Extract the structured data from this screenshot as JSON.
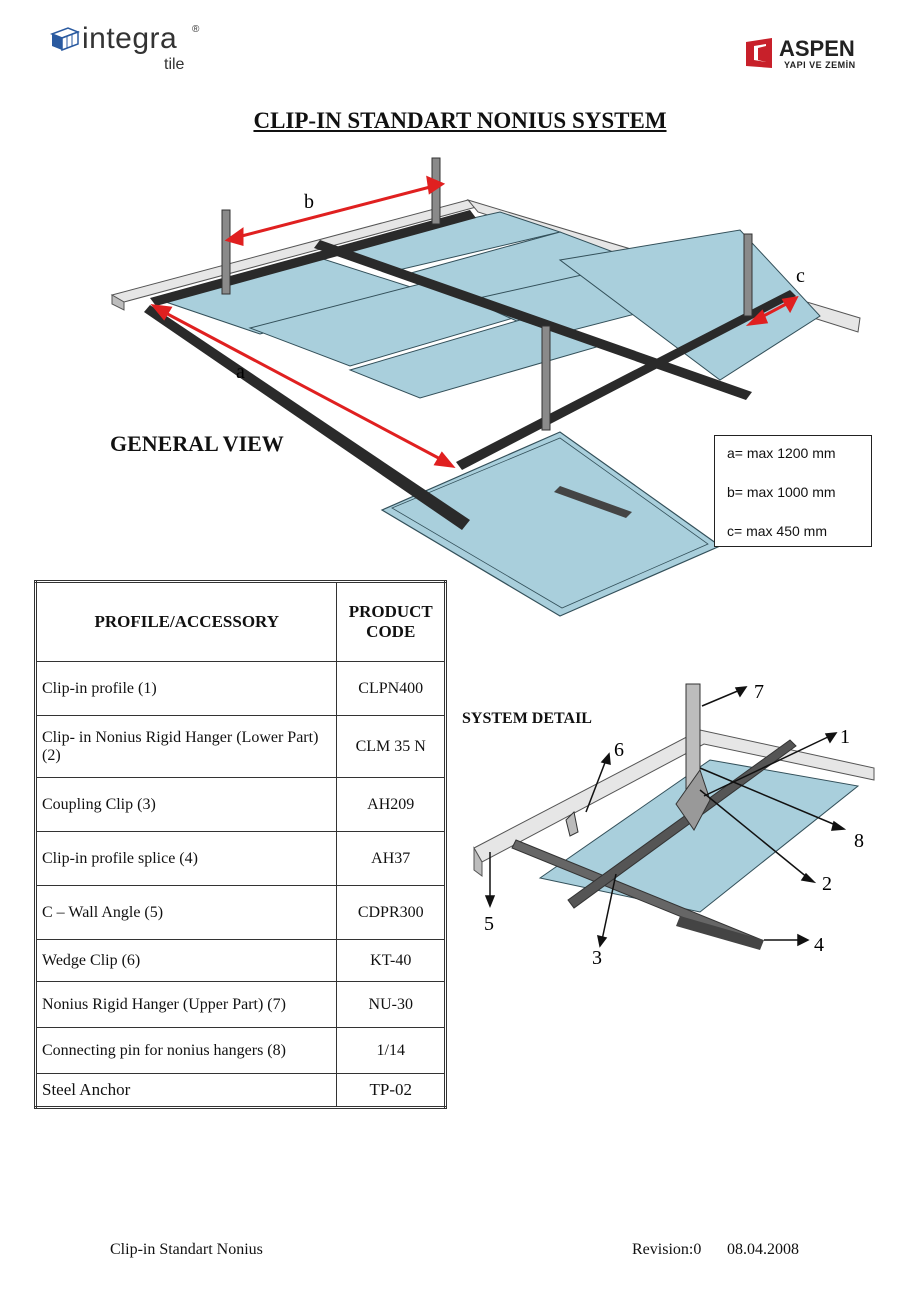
{
  "header": {
    "integra_logo_text": "integra",
    "integra_logo_reg": "®",
    "integra_logo_sub": "tile",
    "aspen_logo_text": "ASPEN",
    "aspen_logo_sub": "YAPI VE ZEMİN"
  },
  "title": "CLIP-IN STANDART NONIUS SYSTEM",
  "general_view": {
    "label": "GENERAL VIEW",
    "dimension_letters": {
      "a": "a",
      "b": "b",
      "c": "c"
    },
    "dimensions": [
      "a= max 1200 mm",
      "b= max 1000 mm",
      "c= max 450 mm"
    ]
  },
  "system_detail": {
    "label": "SYSTEM DETAIL",
    "callouts": [
      "1",
      "2",
      "3",
      "4",
      "5",
      "6",
      "7",
      "8"
    ]
  },
  "table": {
    "headers": {
      "item": "PROFILE/ACCESSORY",
      "code_line1": "PRODUCT",
      "code_line2": "CODE"
    },
    "rows": [
      {
        "item": "Clip-in profile (1)",
        "code": "CLPN400"
      },
      {
        "item": "Clip- in Nonius Rigid Hanger (Lower Part) (2)",
        "code": "CLM 35 N"
      },
      {
        "item": "Coupling Clip (3)",
        "code": "AH209"
      },
      {
        "item": "Clip-in profile splice (4)",
        "code": "AH37"
      },
      {
        "item": "C – Wall Angle (5)",
        "code": "CDPR300"
      },
      {
        "item": "Wedge Clip (6)",
        "code": "KT-40"
      },
      {
        "item": "Nonius Rigid Hanger  (Upper Part) (7)",
        "code": "NU-30"
      },
      {
        "item": "Connecting pin for nonius hangers (8)",
        "code": "1/14"
      },
      {
        "item": "Steel Anchor",
        "code": "TP-02"
      }
    ]
  },
  "footer": {
    "left": "Clip-in Standart Nonius",
    "revision": "Revision:0",
    "date": "08.04.2008"
  },
  "colors": {
    "panel": "#a9cfdc",
    "profile": "#2a2a2a",
    "arrow": "#e02020",
    "wall_angle": "#d8d8d8",
    "aspen_red": "#c8202a"
  }
}
